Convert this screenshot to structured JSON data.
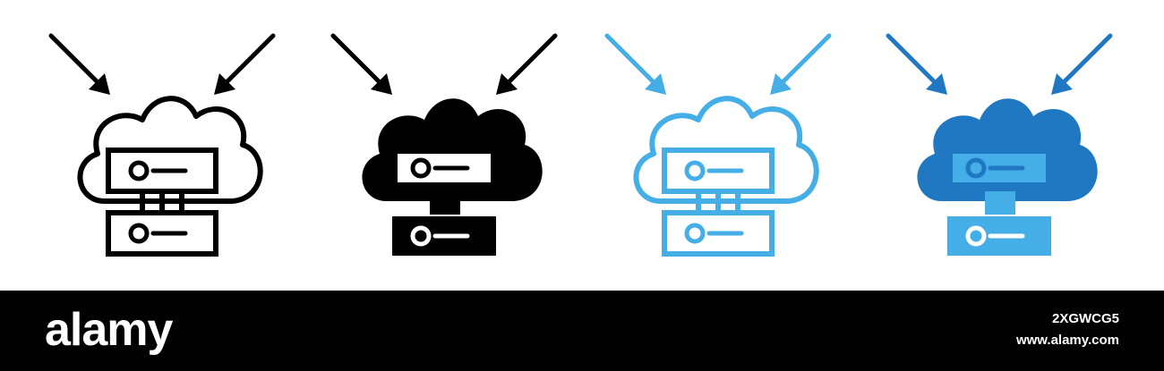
{
  "icons": [
    {
      "name": "outline-black",
      "icon": "cloud-server-upload-icon",
      "style": "outline",
      "primary": "#000000",
      "secondary": "#000000"
    },
    {
      "name": "solid-black",
      "icon": "cloud-server-upload-icon",
      "style": "solid",
      "primary": "#000000",
      "secondary": "#000000"
    },
    {
      "name": "outline-light-blue",
      "icon": "cloud-server-upload-icon",
      "style": "outline",
      "primary": "#45aee6",
      "secondary": "#45aee6"
    },
    {
      "name": "solid-blue",
      "icon": "cloud-server-upload-icon",
      "style": "solid",
      "primary": "#1f78c1",
      "secondary": "#45aee6"
    }
  ],
  "footer": {
    "brand": "alamy",
    "image_id": "2XGWCG5",
    "site": "www.alamy.com",
    "background": "#000000",
    "text_color": "#ffffff"
  }
}
